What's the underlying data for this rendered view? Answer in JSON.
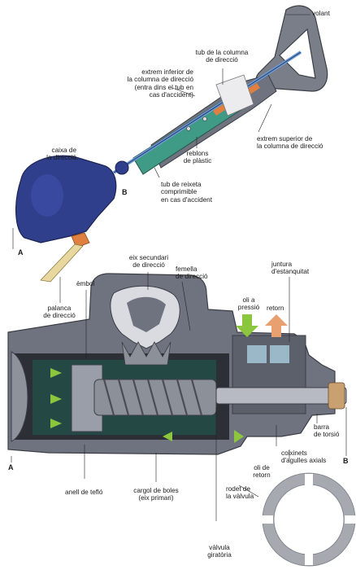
{
  "labels": {
    "volant": "volant",
    "tub_columna": "tub de la columna\nde direcció",
    "extrem_inferior": "extrem inferior de\nla columna de direcció\n(entra dins el tub en\ncas d'accident)",
    "extrem_superior": "extrem superior de\nla columna de direcció",
    "caixa": "caixa de\nla direcció",
    "reblons": "reblons\nde plàstic",
    "tub_reixeta": "tub de reixeta\ncomprimible\nen cas d'accident",
    "letter_b_top": "B",
    "letter_a_top": "A",
    "palanca": "palanca\nde direcció",
    "embol": "èmbol",
    "eix_secundari": "eix secundari\nde direcció",
    "femella": "femella\nde direcció",
    "juntura": "juntura\nd'estanquitat",
    "oli_pressio": "oli a\npressió",
    "retorn": "retorn",
    "barra_torsio": "barra\nde torsió",
    "coixinets": "coixinets\nd'agulles axials",
    "oli_retorn": "oli de\nretorn",
    "rodet": "rodet de\nla vàlvula",
    "anell": "anell de tefló",
    "cargol": "cargol de boles\n(eix primari)",
    "valvula": "vàlvula\ngiratòria",
    "letter_a_bottom": "A",
    "letter_b_bottom": "B"
  },
  "colors": {
    "housing": "#6f7380",
    "housing_dark": "#4d505b",
    "gearbox_blue": "#2f3f8c",
    "column_green": "#3f9a86",
    "shaft_blue": "#6f9bd3",
    "orange": "#e08040",
    "pressure_arrow": "#8cc63f",
    "return_arrow": "#e8a070",
    "valve_ring": "#a7a9b0"
  },
  "icons": {
    "pressure": "arrow-down-icon",
    "return": "arrow-up-icon"
  }
}
